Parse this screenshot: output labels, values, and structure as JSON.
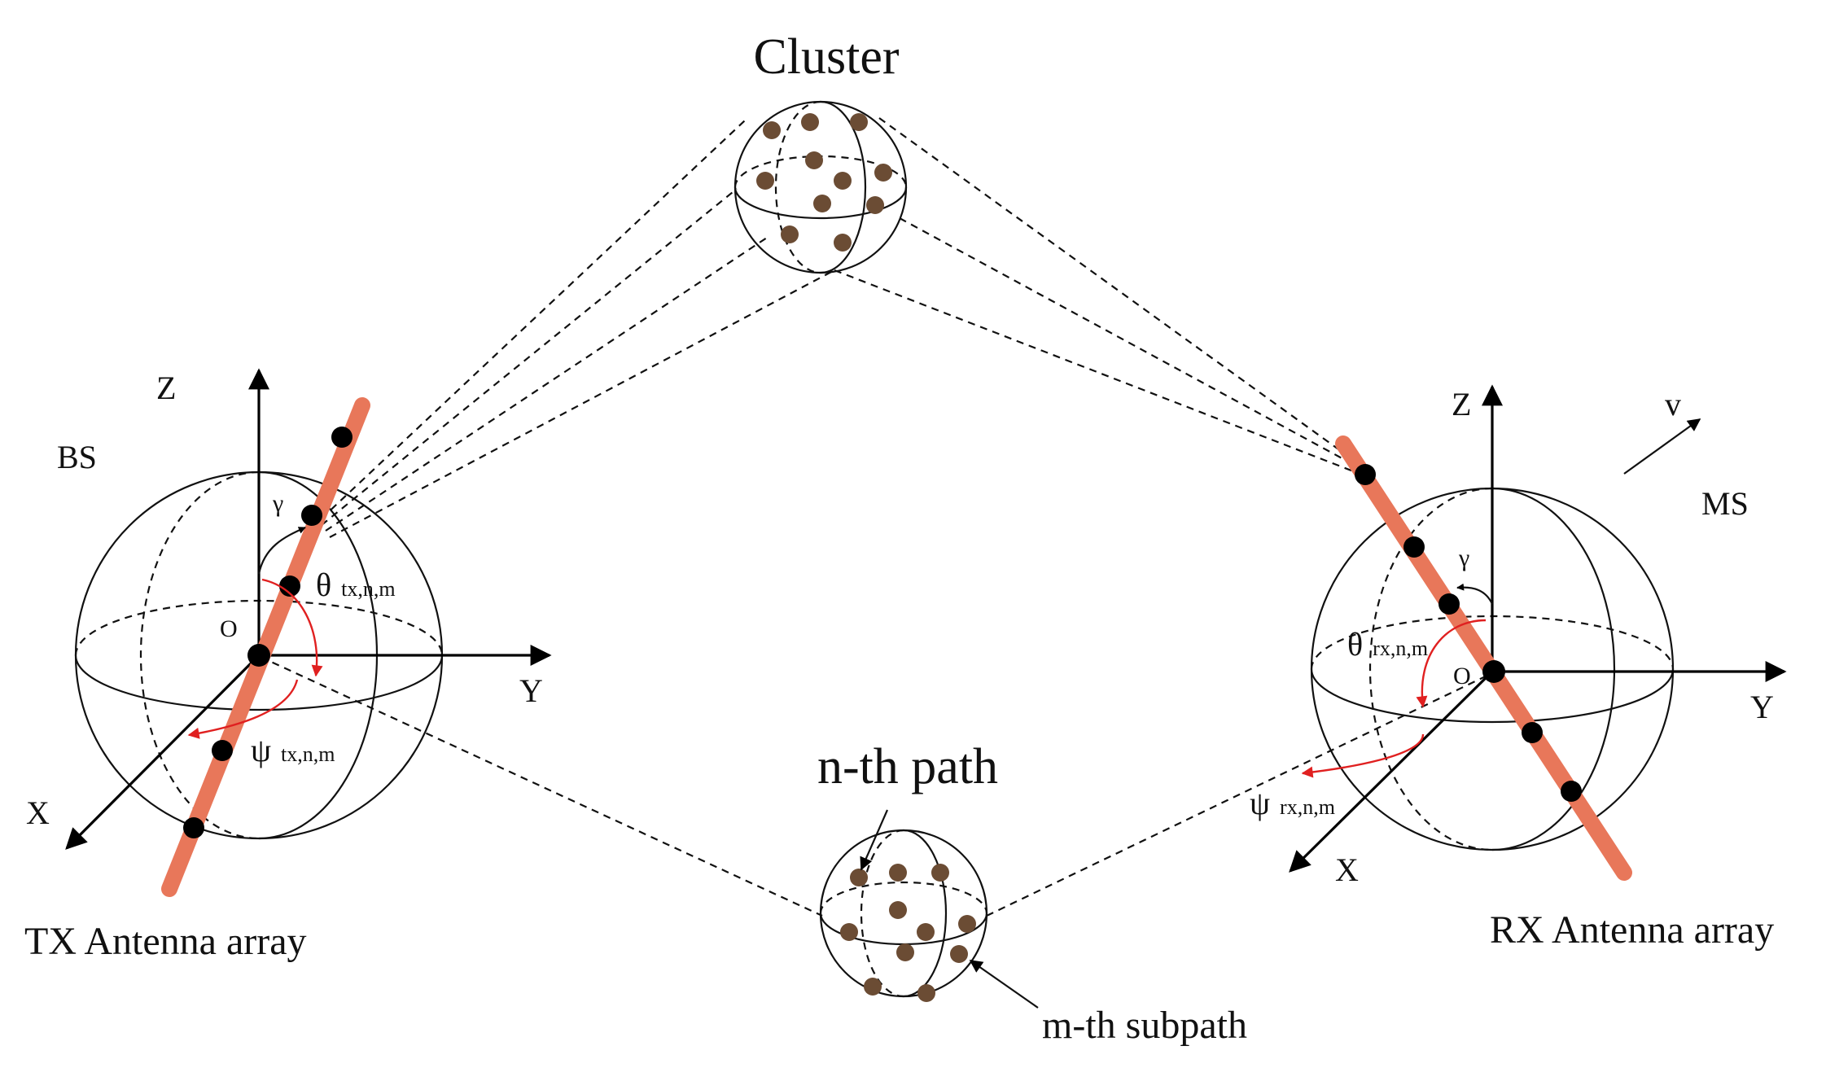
{
  "labels": {
    "cluster": "Cluster",
    "bs": "BS",
    "ms": "MS",
    "tx_array": "TX Antenna array",
    "rx_array": "RX Antenna array",
    "nth_path": "n-th path",
    "mth_subpath": "m-th subpath",
    "velocity": "v"
  },
  "tx": {
    "axis_z": "Z",
    "axis_y": "Y",
    "axis_x": "X",
    "origin": "O",
    "gamma": "γ",
    "theta": "θ",
    "theta_sub": "tx,n,m",
    "psi": "ψ",
    "psi_sub": "tx,n,m"
  },
  "rx": {
    "axis_z": "Z",
    "axis_y": "Y",
    "axis_x": "X",
    "origin": "O",
    "gamma": "γ",
    "theta": "θ",
    "theta_sub": "rx,n,m",
    "psi": "ψ",
    "psi_sub": "rx,n,m"
  },
  "colors": {
    "antenna_array": "#e8775a",
    "angle_arrows": "#e02020",
    "scatterers": "#6b4c34"
  }
}
